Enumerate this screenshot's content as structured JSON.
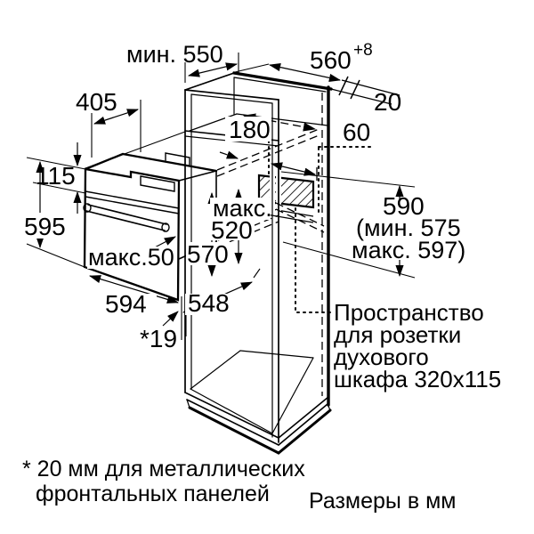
{
  "title_hint": "Схема установки духового шкафа (размеры ниши)",
  "colors": {
    "ink": "#000000",
    "paper": "#ffffff"
  },
  "dims": {
    "niche_depth_min": "мин. 550",
    "niche_width": "560",
    "niche_width_tolerance": "+8",
    "rear_gap": "20",
    "top_clearance": "405",
    "upper_compartment": "180",
    "socket_offset": "60",
    "panel_height": "115",
    "oven_height": "595",
    "max_word": "макс.",
    "max_value": "520",
    "body_height": "570",
    "front_protrusion_max": "макс.50",
    "oven_width": "594",
    "body_depth": "548",
    "bottom_gap": "*19",
    "niche_height": "590",
    "niche_height_min": "(мин. 575",
    "niche_height_max": "макс. 597)"
  },
  "socket_note": {
    "line1": "Пространство",
    "line2": "для розетки",
    "line3": "духового",
    "line4": "шкафа 320x115"
  },
  "footer": {
    "footnote_line1": "* 20 мм для металлических",
    "footnote_line2": "фронтальных панелей",
    "units_note": "Размеры в мм"
  }
}
